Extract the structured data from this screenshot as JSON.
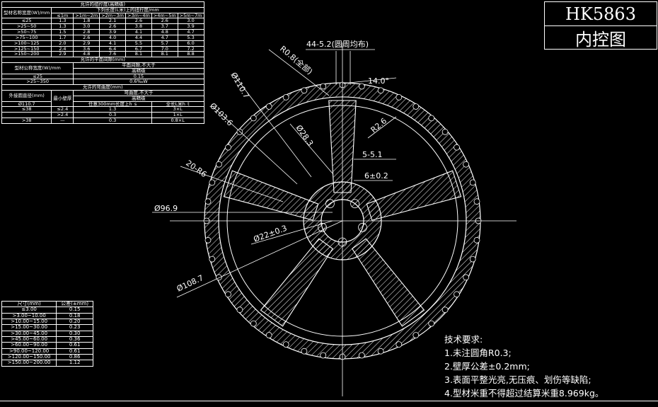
{
  "title_block": {
    "part_number": "HK5863",
    "drawing_name": "内控图"
  },
  "tolerance_table": {
    "title": "允许的扭拧度(高精级)",
    "header_left": "型材名称宽度(W)/mm",
    "header_right": "下列长度(L米)上的扭拧度/mm",
    "sub_cols": [
      "≤1m",
      ">1m~2m",
      ">2m~3m",
      ">3m~4m",
      ">4m~5m",
      ">5m~7m"
    ],
    "rows": [
      {
        "w": "≤25",
        "v": [
          "1.3",
          "1.8",
          "2.1",
          "2.6",
          "2.6",
          "3.0"
        ]
      },
      {
        "w": ">25~50",
        "v": [
          "1.3",
          "3.0",
          "2.6",
          "3.8",
          "3.7",
          "3.9"
        ]
      },
      {
        "w": ">50~75",
        "v": [
          "1.5",
          "2.8",
          "3.9",
          "4.1",
          "4.8",
          "4.7"
        ]
      },
      {
        "w": ">75~100",
        "v": [
          "1.7",
          "2.6",
          "4.0",
          "4.4",
          "4.7",
          "5.3"
        ]
      },
      {
        "w": ">100~125",
        "v": [
          "2.0",
          "2.9",
          "4.1",
          "5.5",
          "5.7",
          "6.0"
        ]
      },
      {
        "w": ">125~150",
        "v": [
          "2.4",
          "3.6",
          "6.4",
          "6.7",
          "7.0",
          "7.2"
        ]
      },
      {
        "w": ">150~200",
        "v": [
          "2.9",
          "4.8",
          "7.6",
          "8.1",
          "8.1",
          "8.8"
        ]
      }
    ],
    "flat_title": "允许的平面间隙(mm)",
    "flat_hdr1": "型材公称宽度(W)/mm",
    "flat_hdr2": "平面间隙,不大于",
    "flat_hdr3": "高精级",
    "flat_rows": [
      {
        "w": "≤25",
        "v": "0.15"
      },
      {
        "w": ">25~350",
        "v": "0.6‰W"
      }
    ],
    "bend_title": "允许的弯曲度(mm)",
    "bend_hdr_a": "外接圆直径(mm)",
    "bend_hdr_b": "最小壁厚",
    "bend_hdr_c": "弯曲度,不大于",
    "bend_hdr_d": "高精级",
    "bend_hdr_e": "任意300mm长度上h_s",
    "bend_hdr_f": "全长L米h_t",
    "bend_circle": "Ø110.7",
    "bend_rows": [
      {
        "d": "≤38",
        "t": "≤2.4",
        "a": "1.3",
        "b": "3×L"
      },
      {
        "d": "",
        "t": ">2.4",
        "a": "0.3",
        "b": "1×L"
      },
      {
        "d": ">38",
        "t": "—",
        "a": "0.3",
        "b": "0.8×L"
      }
    ]
  },
  "dimension_table": {
    "hdr_size": "尺寸(mm)",
    "hdr_tol": "公差(±mm)",
    "rows": [
      {
        "s": "≤3.00",
        "t": "0.15"
      },
      {
        "s": ">3.00~10.00",
        "t": "0.18"
      },
      {
        "s": ">10.00~15.00",
        "t": "0.20"
      },
      {
        "s": ">15.00~30.00",
        "t": "0.23"
      },
      {
        "s": ">30.00~45.00",
        "t": "0.30"
      },
      {
        "s": ">45.00~60.00",
        "t": "0.36"
      },
      {
        "s": ">60.00~90.00",
        "t": "0.61"
      },
      {
        "s": ">90.00~120.00",
        "t": "0.61"
      },
      {
        "s": ">120.00~150.00",
        "t": "0.86"
      },
      {
        "s": ">150.00~200.00",
        "t": "1.12"
      }
    ]
  },
  "drawing_labels": {
    "d1": "44-5.2(圆周均布)",
    "d2": "R0.8(全部)",
    "d3": "Ø110.7",
    "d4": "Ø103.6",
    "d5": "14.0°",
    "d6": "Ø28.3",
    "d7": "R2.6",
    "d8": "5-5.1",
    "d9": "6±0.2",
    "d10": "20-R6",
    "d11": "Ø96.9",
    "d12": "Ø22±0.3",
    "d13": "Ø108.7"
  },
  "tech_notes": {
    "heading": "技术要求:",
    "items": [
      "1.未注圆角R0.3;",
      "2.壁厚公差±0.2mm;",
      "3.表面平整光亮,无压痕、划伤等缺陷;",
      "4.型材米重不得超过结算米重8.969kg。"
    ]
  }
}
